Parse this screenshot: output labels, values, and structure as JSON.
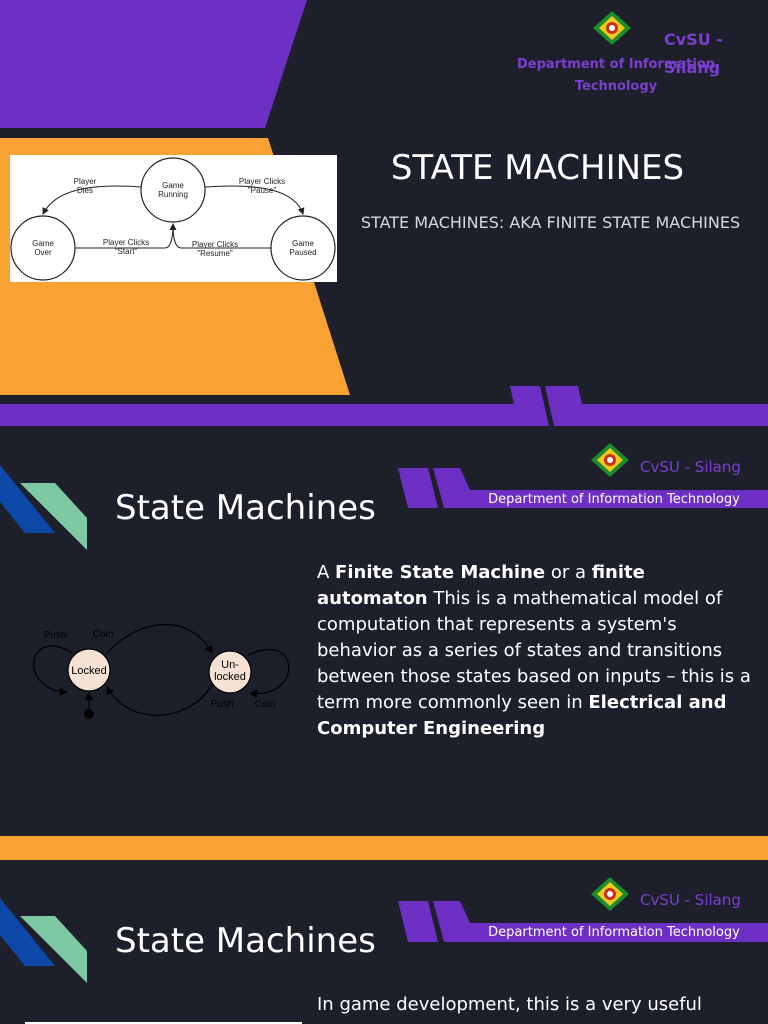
{
  "colors": {
    "background": "#1d202b",
    "purple": "#6e2fc4",
    "orange": "#f9a233",
    "blue": "#0e48a8",
    "mint": "#7ec9a4"
  },
  "slide1": {
    "brand": "CvSU - Silang",
    "department": "Department of Information Technology",
    "title": "STATE MACHINES",
    "subtitle": "STATE MACHINES: AKA FINITE STATE MACHINES",
    "diagram": {
      "states": [
        "Game Running",
        "Game Over",
        "Game Paused"
      ],
      "running_l1": "Game",
      "running_l2": "Running",
      "over_l1": "Game",
      "over_l2": "Over",
      "paused_l1": "Game",
      "paused_l2": "Paused",
      "t1_l1": "Player",
      "t1_l2": "Dies",
      "t2_l1": "Player Clicks",
      "t2_l2": "\"Pause\"",
      "t3_l1": "Player Clicks",
      "t3_l2": "\"Start\"",
      "t4_l1": "Player Clicks",
      "t4_l2": "\"Resume\""
    }
  },
  "slide2": {
    "brand": "CvSU - Silang",
    "department": "Department of Information Technology",
    "heading": "State Machines",
    "p1": "A ",
    "b1": "Finite State Machine",
    "p2": " or a ",
    "b2": "finite automaton",
    "p3": " This is a mathematical model of computation that represents a system's behavior as a series of states and transitions between those states based on inputs – this is a term more commonly seen in ",
    "b3": "Electrical and Computer Engineering",
    "diagram": {
      "locked": "Locked",
      "unlocked_l1": "Un-",
      "unlocked_l2": "locked",
      "push_top": "Push",
      "coin_top": "Coin",
      "push_bottom": "Push",
      "coin_bottom": "Coin"
    }
  },
  "slide3": {
    "brand": "CvSU - Silang",
    "department": "Department of Information Technology",
    "heading": "State Machines",
    "body": "In game development, this is a very useful"
  }
}
